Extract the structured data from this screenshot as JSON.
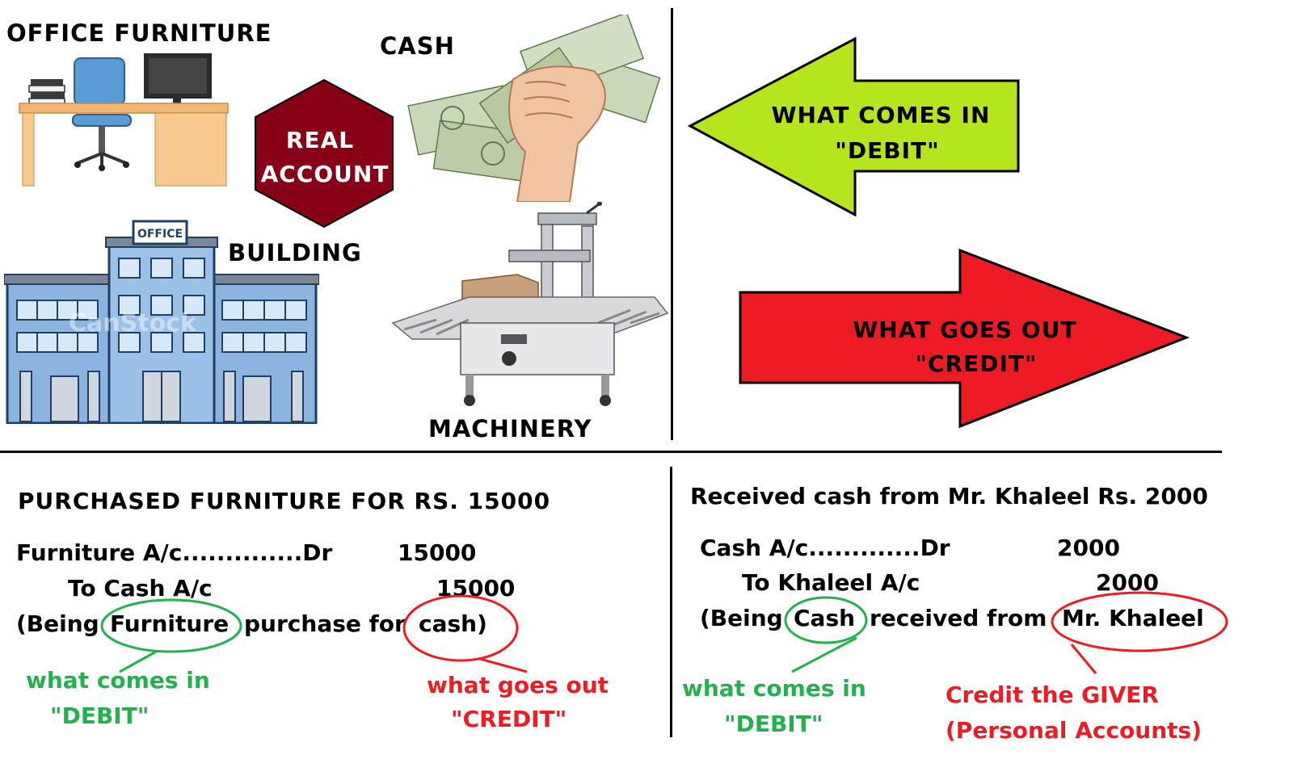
{
  "title": "OFFICE FURNITURE",
  "cash_label": "CASH",
  "building_label": "BUILDING",
  "machinery_label": "MACHINERY",
  "real_account": {
    "line1": "REAL",
    "line2": "ACCOUNT"
  },
  "office_sign": "OFFICE",
  "watermark": "CanStock",
  "arrow_in": {
    "line1": "WHAT COMES IN",
    "line2": "\"DEBIT\"",
    "color": "#b5e61d"
  },
  "arrow_out": {
    "line1": "WHAT GOES OUT",
    "line2": "\"CREDIT\"",
    "color": "#ed1c24"
  },
  "hexagon_color": "#880015",
  "example1": {
    "heading": "PURCHASED FURNITURE FOR RS. 15000",
    "dr_line": "Furniture A/c..............Dr",
    "dr_amount": "15000",
    "cr_line": "To Cash A/c",
    "cr_amount": "15000",
    "narration_prefix": "(Being",
    "narration_debit": "Furniture",
    "narration_middle": "purchase for",
    "narration_credit": "cash)",
    "note_debit_1": "what comes in",
    "note_debit_2": "\"DEBIT\"",
    "note_credit_1": "what goes out",
    "note_credit_2": "\"CREDIT\""
  },
  "example2": {
    "heading": "Received cash from Mr. Khaleel Rs. 2000",
    "dr_line": "Cash A/c.............Dr",
    "dr_amount": "2000",
    "cr_line": "To Khaleel A/c",
    "cr_amount": "2000",
    "narration_prefix": "(Being",
    "narration_debit": "Cash",
    "narration_middle": "received from",
    "narration_credit": "Mr. Khaleel",
    "note_debit_1": "what comes in",
    "note_debit_2": "\"DEBIT\"",
    "note_credit_1": "Credit the GIVER",
    "note_credit_2": "(Personal Accounts)"
  }
}
